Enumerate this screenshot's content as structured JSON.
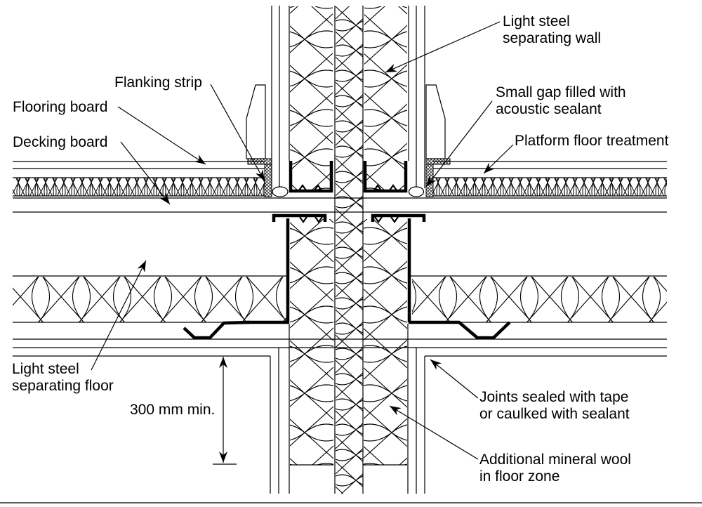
{
  "diagram": {
    "type": "construction-detail-section",
    "background": "#ffffff",
    "line_color": "#000000",
    "labels": {
      "separating_wall": "Light steel\nseparating wall",
      "flanking_strip": "Flanking strip",
      "flooring_board": "Flooring board",
      "decking_board": "Decking board",
      "small_gap": "Small gap filled with\nacoustic sealant",
      "platform_floor": "Platform floor treatment",
      "separating_floor": "Light steel\nseparating floor",
      "dimension_300": "300 mm min.",
      "joints_sealed": "Joints sealed with tape\nor caulked with sealant",
      "additional_wool": "Additional mineral wool\nin floor zone"
    }
  }
}
